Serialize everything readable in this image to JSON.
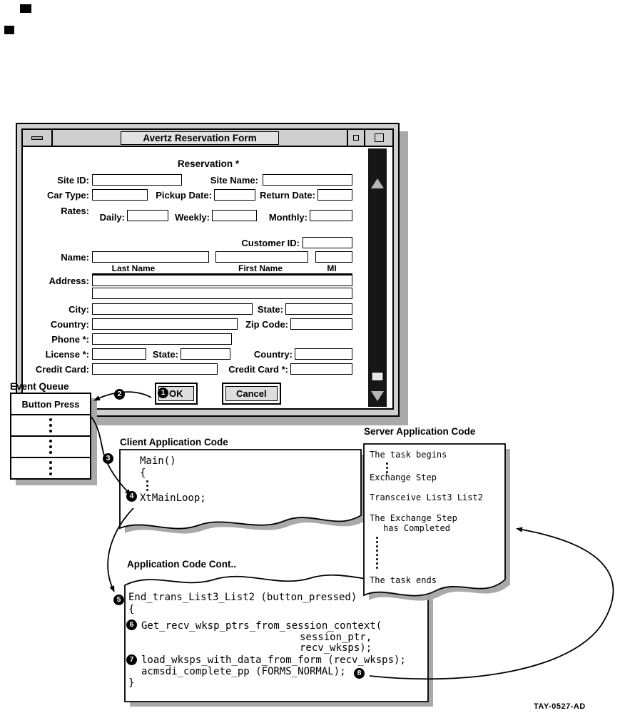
{
  "figure_id": "TAY-0527-AD",
  "window": {
    "title": "Avertz Reservation Form",
    "heading": "Reservation *",
    "labels": {
      "site_id": "Site ID:",
      "site_name": "Site Name:",
      "car_type": "Car Type:",
      "pickup_date": "Pickup Date:",
      "return_date": "Return Date:",
      "rates": "Rates:",
      "daily": "Daily:",
      "weekly": "Weekly:",
      "monthly": "Monthly:",
      "customer_id": "Customer ID:",
      "name": "Name:",
      "last_name": "Last Name",
      "first_name": "First Name",
      "mi": "MI",
      "address": "Address:",
      "city": "City:",
      "state": "State:",
      "country": "Country:",
      "zip_code": "Zip Code:",
      "phone": "Phone *:",
      "license": "License *:",
      "license_state": "State:",
      "license_country": "Country:",
      "credit_card": "Credit Card:",
      "credit_card_req": "Credit Card *:"
    },
    "buttons": {
      "ok": "OK",
      "cancel": "Cancel"
    }
  },
  "event_queue": {
    "title": "Event Queue",
    "first_item": "Button Press"
  },
  "client_code": {
    "label": "Client Application Code",
    "lines": [
      "Main()",
      "{",
      "XtMainLoop;"
    ]
  },
  "server_code": {
    "label": "Server Application Code",
    "lines": [
      "The task begins",
      "Exchange Step",
      "Transceive List3 List2",
      "The Exchange Step",
      "has Completed",
      "The task ends"
    ]
  },
  "cont_code": {
    "label": "Application Code Cont..",
    "lines": [
      "End_trans_List3_List2 (button_pressed)",
      "{",
      "Get_recv_wksp_ptrs_from_session_context(",
      "session_ptr,",
      "recv_wksps);",
      "load_wksps_with_data_from_form (recv_wksps);",
      "acmsdi_complete_pp (FORMS_NORMAL);",
      "}"
    ]
  },
  "steps": [
    "1",
    "2",
    "3",
    "4",
    "5",
    "6",
    "7",
    "8"
  ],
  "colors": {
    "ink": "#000000",
    "frame_gray": "#cfcfcf",
    "shadow_gray": "#a9a9a9"
  }
}
